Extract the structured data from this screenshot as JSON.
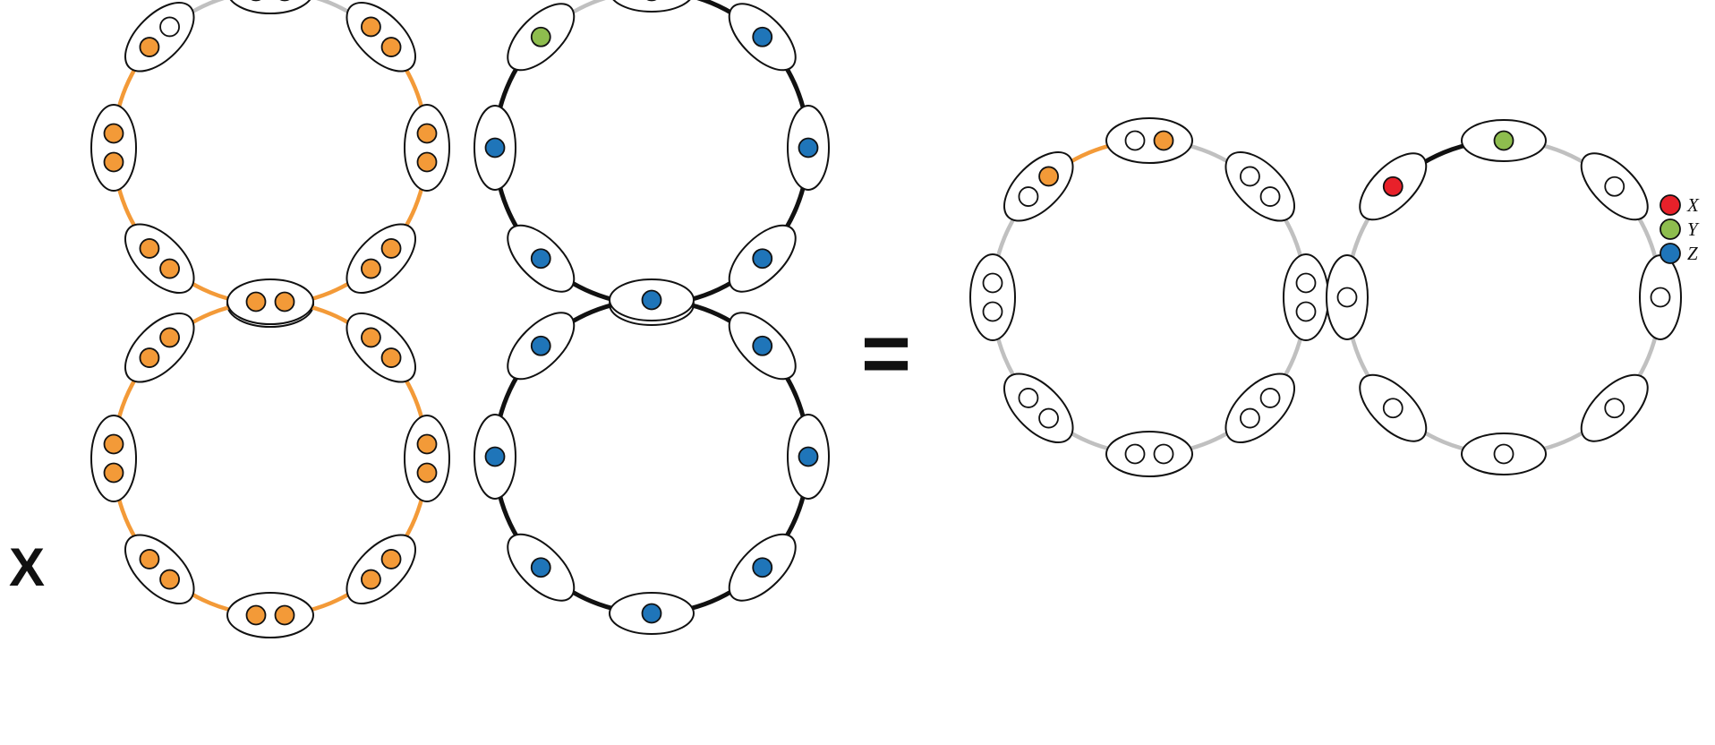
{
  "colors": {
    "orange": "#f39a38",
    "red": "#e8212a",
    "green": "#8ebd4e",
    "blue": "#1f75b9",
    "gray_edge": "#c0c0c0",
    "black_edge": "#111111",
    "empty": "#ffffff"
  },
  "operators": {
    "times": "X",
    "equals": "="
  },
  "legend": [
    {
      "label": "X",
      "color": "red"
    },
    {
      "label": "Y",
      "color": "green"
    },
    {
      "label": "Z",
      "color": "blue"
    }
  ],
  "diagrams": [
    {
      "id": "row1-pair-ring",
      "row": "top",
      "kind": "pair",
      "node_count": 8,
      "edges": [
        "gray",
        "orange",
        "orange",
        "orange",
        "orange",
        "orange",
        "orange",
        "gray"
      ],
      "dots": [
        [
          "empty",
          "orange"
        ],
        [
          "orange",
          "orange"
        ],
        [
          "orange",
          "orange"
        ],
        [
          "orange",
          "orange"
        ],
        [
          "orange",
          "orange"
        ],
        [
          "orange",
          "orange"
        ],
        [
          "orange",
          "orange"
        ],
        [
          "orange",
          "empty"
        ]
      ]
    },
    {
      "id": "row1-single-ring",
      "row": "top",
      "kind": "single",
      "node_count": 8,
      "edges": [
        "black",
        "black",
        "black",
        "black",
        "black",
        "black",
        "black",
        "gray"
      ],
      "dots": [
        "red",
        "blue",
        "blue",
        "blue",
        "blue",
        "blue",
        "blue",
        "green"
      ]
    },
    {
      "id": "row2-pair-ring",
      "row": "bottom",
      "kind": "pair",
      "node_count": 8,
      "edges": [
        "orange",
        "orange",
        "orange",
        "orange",
        "orange",
        "orange",
        "orange",
        "orange"
      ],
      "dots": [
        [
          "orange",
          "orange"
        ],
        [
          "orange",
          "orange"
        ],
        [
          "orange",
          "orange"
        ],
        [
          "orange",
          "orange"
        ],
        [
          "orange",
          "orange"
        ],
        [
          "orange",
          "orange"
        ],
        [
          "orange",
          "orange"
        ],
        [
          "orange",
          "orange"
        ]
      ]
    },
    {
      "id": "row2-single-ring",
      "row": "bottom",
      "kind": "single",
      "node_count": 8,
      "edges": [
        "black",
        "black",
        "black",
        "black",
        "black",
        "black",
        "black",
        "black"
      ],
      "dots": [
        "blue",
        "blue",
        "blue",
        "blue",
        "blue",
        "blue",
        "blue",
        "blue"
      ]
    },
    {
      "id": "result-pair-ring",
      "row": "result",
      "kind": "pair",
      "node_count": 8,
      "edges": [
        "gray",
        "gray",
        "gray",
        "gray",
        "gray",
        "gray",
        "gray",
        "orange"
      ],
      "dots": [
        [
          "empty",
          "orange"
        ],
        [
          "empty",
          "empty"
        ],
        [
          "empty",
          "empty"
        ],
        [
          "empty",
          "empty"
        ],
        [
          "empty",
          "empty"
        ],
        [
          "empty",
          "empty"
        ],
        [
          "empty",
          "empty"
        ],
        [
          "empty",
          "orange"
        ]
      ]
    },
    {
      "id": "result-single-ring",
      "row": "result",
      "kind": "single",
      "node_count": 8,
      "edges": [
        "gray",
        "gray",
        "gray",
        "gray",
        "gray",
        "gray",
        "gray",
        "black"
      ],
      "dots": [
        "green",
        "empty",
        "empty",
        "empty",
        "empty",
        "empty",
        "empty",
        "red"
      ]
    }
  ]
}
